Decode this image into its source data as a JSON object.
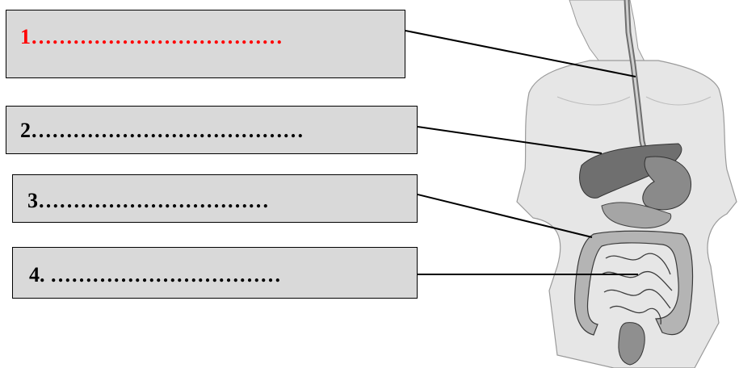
{
  "labels": [
    {
      "text": "1………………………………",
      "color": "#ff0000"
    },
    {
      "text": "2…………………………………",
      "color": "#000000"
    },
    {
      "text": "3……………………………",
      "color": "#000000"
    },
    {
      "text": "4. ……………………………",
      "color": "#000000"
    }
  ],
  "colors": {
    "box_fill": "#d9d9d9",
    "figure_fill": "#e6e6e6"
  }
}
